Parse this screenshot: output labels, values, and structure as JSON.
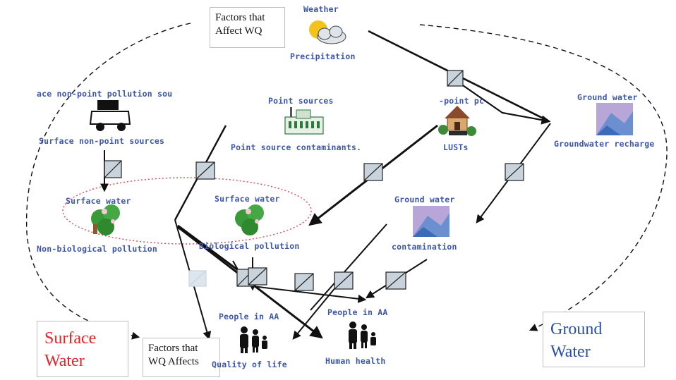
{
  "boxes": {
    "factors_affect_wq": [
      "Factors that",
      "Affect WQ"
    ],
    "factors_wq_affects": [
      "Factors that",
      "WQ Affects"
    ],
    "surface_water": [
      "Surface",
      "Water"
    ],
    "ground_water": [
      "Ground",
      "Water"
    ]
  },
  "labels": {
    "weather": "Weather",
    "precipitation": "Precipitation",
    "face_nonpoint_title": "ace non-point pollution sou",
    "surface_nonpoint_sources": "Surface non-point sources",
    "point_sources": "Point sources",
    "point_source_contaminants": "Point source contaminants.",
    "nonpoint_title_right": "-point pc",
    "lusts": "LUSTs",
    "ground_water_top": "Ground water",
    "groundwater_recharge": "Groundwater recharge",
    "surface_water_left": "Surface water",
    "non_biological_pollution": "Non-biological pollution",
    "surface_water_mid": "Surface water",
    "biological_pollution": "Biological pollution",
    "ground_water_mid": "Ground water",
    "contamination": "contamination",
    "people_in_aa_left": "People in AA",
    "people_in_aa_right": "People in AA",
    "quality_of_life": "Quality of life",
    "human_health": "Human health"
  },
  "colors": {
    "label_blue": "#3d56a8",
    "surface_red": "#e8232a",
    "ground_blue": "#2a4fa3",
    "ellipse_red": "#d9535a",
    "arrow": "#111111",
    "valve_fill": "#c9d3dc"
  },
  "icons": [
    "sun-cloud-icon",
    "car-icon",
    "factory-icon",
    "house-icon",
    "groundwater-layers-icon",
    "lily-pad-icon",
    "people-family-icon",
    "valve-icon"
  ]
}
